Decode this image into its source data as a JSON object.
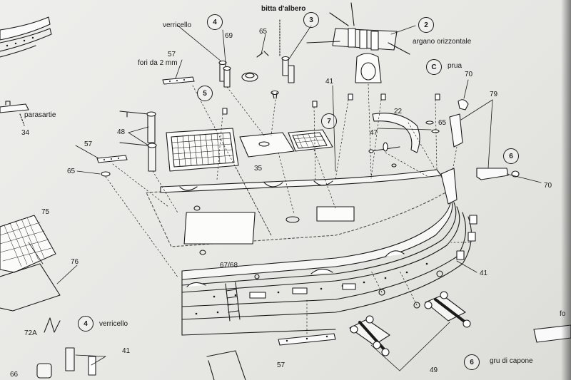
{
  "labels": {
    "verricello_top": "verricello",
    "bitta": "bitta d'albero",
    "argano": "argano orizzontale",
    "prua": "prua",
    "fori": "fori da 2 mm",
    "parasartie": "parasartie",
    "verricello_bottom": "verricello",
    "gru": "gru di capone",
    "cut": "fo"
  },
  "numbers": {
    "n69": "69",
    "n65a": "65",
    "n57a": "57",
    "n41a": "41",
    "n70a": "70",
    "n79": "79",
    "n22": "22",
    "n65b": "65",
    "n47": "47",
    "n48": "48",
    "n57b": "57",
    "n65c": "65",
    "n35": "35",
    "n70b": "70",
    "n34": "34",
    "n75": "75",
    "n76": "76",
    "n6768": "67/68",
    "n41b": "41",
    "n72a": "72A",
    "n41c": "41",
    "n57c": "57",
    "n49": "49",
    "n66": "66"
  },
  "circled": {
    "c4a": "4",
    "c3": "3",
    "c2": "2",
    "cC": "C",
    "c5": "5",
    "c7": "7",
    "c6a": "6",
    "c4b": "4",
    "c6b": "6"
  }
}
